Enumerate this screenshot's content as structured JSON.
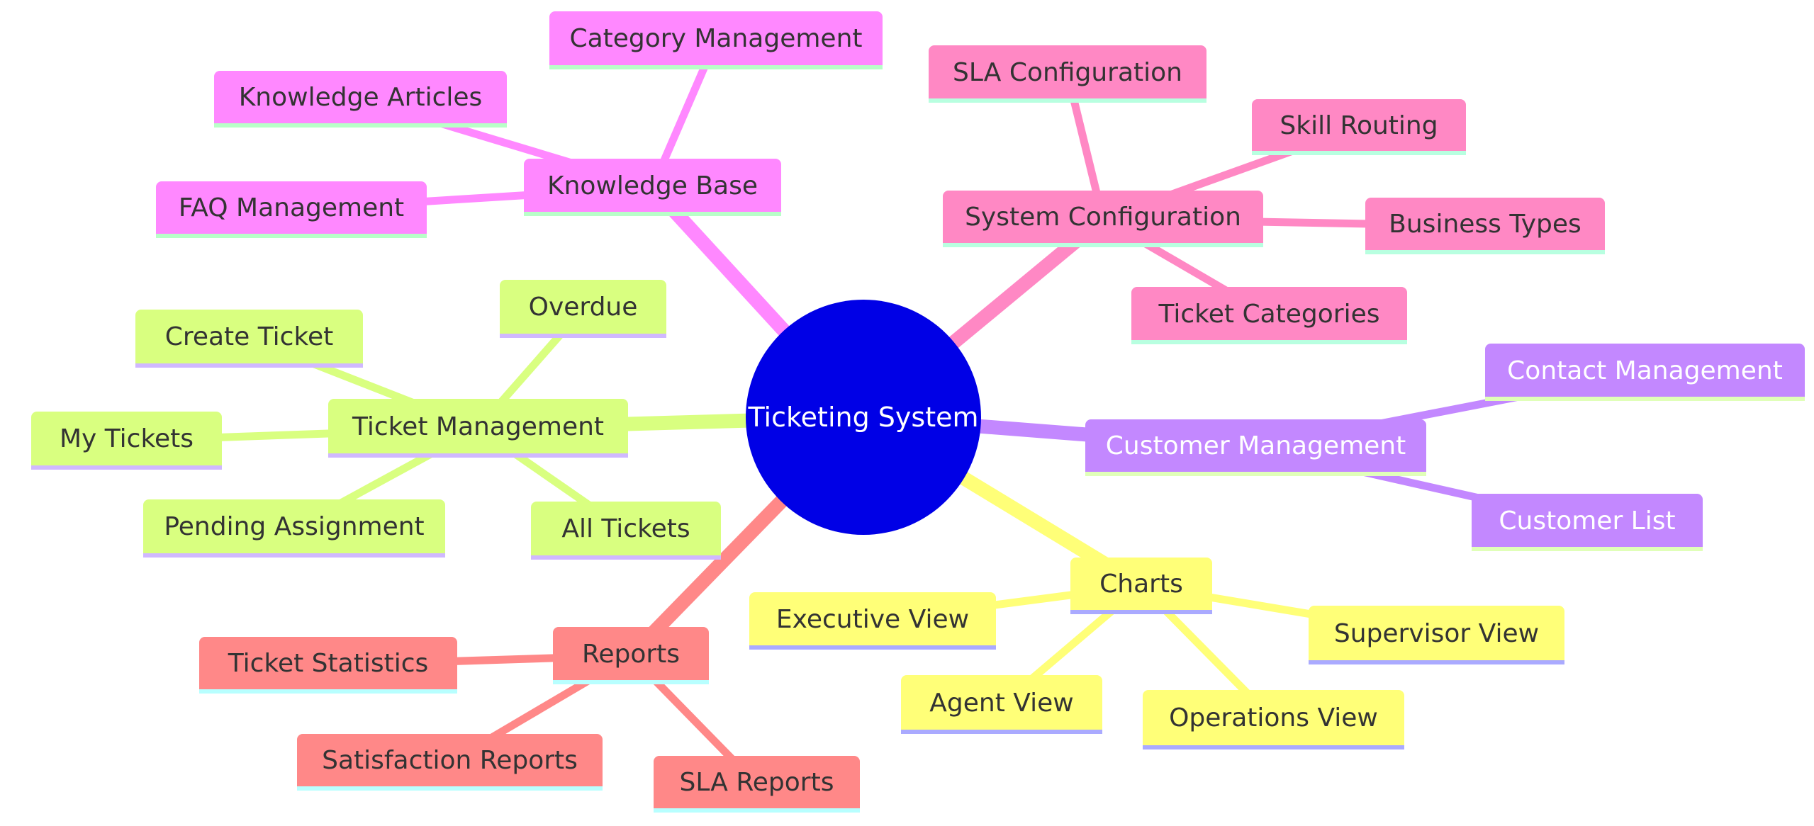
{
  "diagram": {
    "type": "mindmap",
    "root": {
      "label": "Ticketing System",
      "color": "#0000e6",
      "text_color": "#ffffff"
    },
    "branches": [
      {
        "label": "Knowledge Base",
        "color": "#ff88ff",
        "underline": "#b8ffc8",
        "text_color": "#333333",
        "children": [
          "Category Management",
          "Knowledge Articles",
          "FAQ Management"
        ]
      },
      {
        "label": "Ticket Management",
        "color": "#d9ff80",
        "underline": "#d0b8ff",
        "text_color": "#333333",
        "children": [
          "Overdue",
          "Create Ticket",
          "My Tickets",
          "Pending Assignment",
          "All Tickets"
        ]
      },
      {
        "label": "System Configuration",
        "color": "#ff88c4",
        "underline": "#b8ffe0",
        "text_color": "#333333",
        "children": [
          "SLA Configuration",
          "Skill Routing",
          "Business Types",
          "Ticket Categories"
        ]
      },
      {
        "label": "Customer Management",
        "color": "#c388ff",
        "underline": "#e0ffb8",
        "text_color": "#ffffff",
        "children": [
          "Contact Management",
          "Customer List"
        ]
      },
      {
        "label": "Charts",
        "color": "#ffff78",
        "underline": "#aaaaff",
        "text_color": "#333333",
        "children": [
          "Executive View",
          "Supervisor View",
          "Agent View",
          "Operations View"
        ]
      },
      {
        "label": "Reports",
        "color": "#ff8888",
        "underline": "#b8ffff",
        "text_color": "#333333",
        "children": [
          "Ticket Statistics",
          "Satisfaction Reports",
          "SLA Reports"
        ]
      }
    ]
  }
}
